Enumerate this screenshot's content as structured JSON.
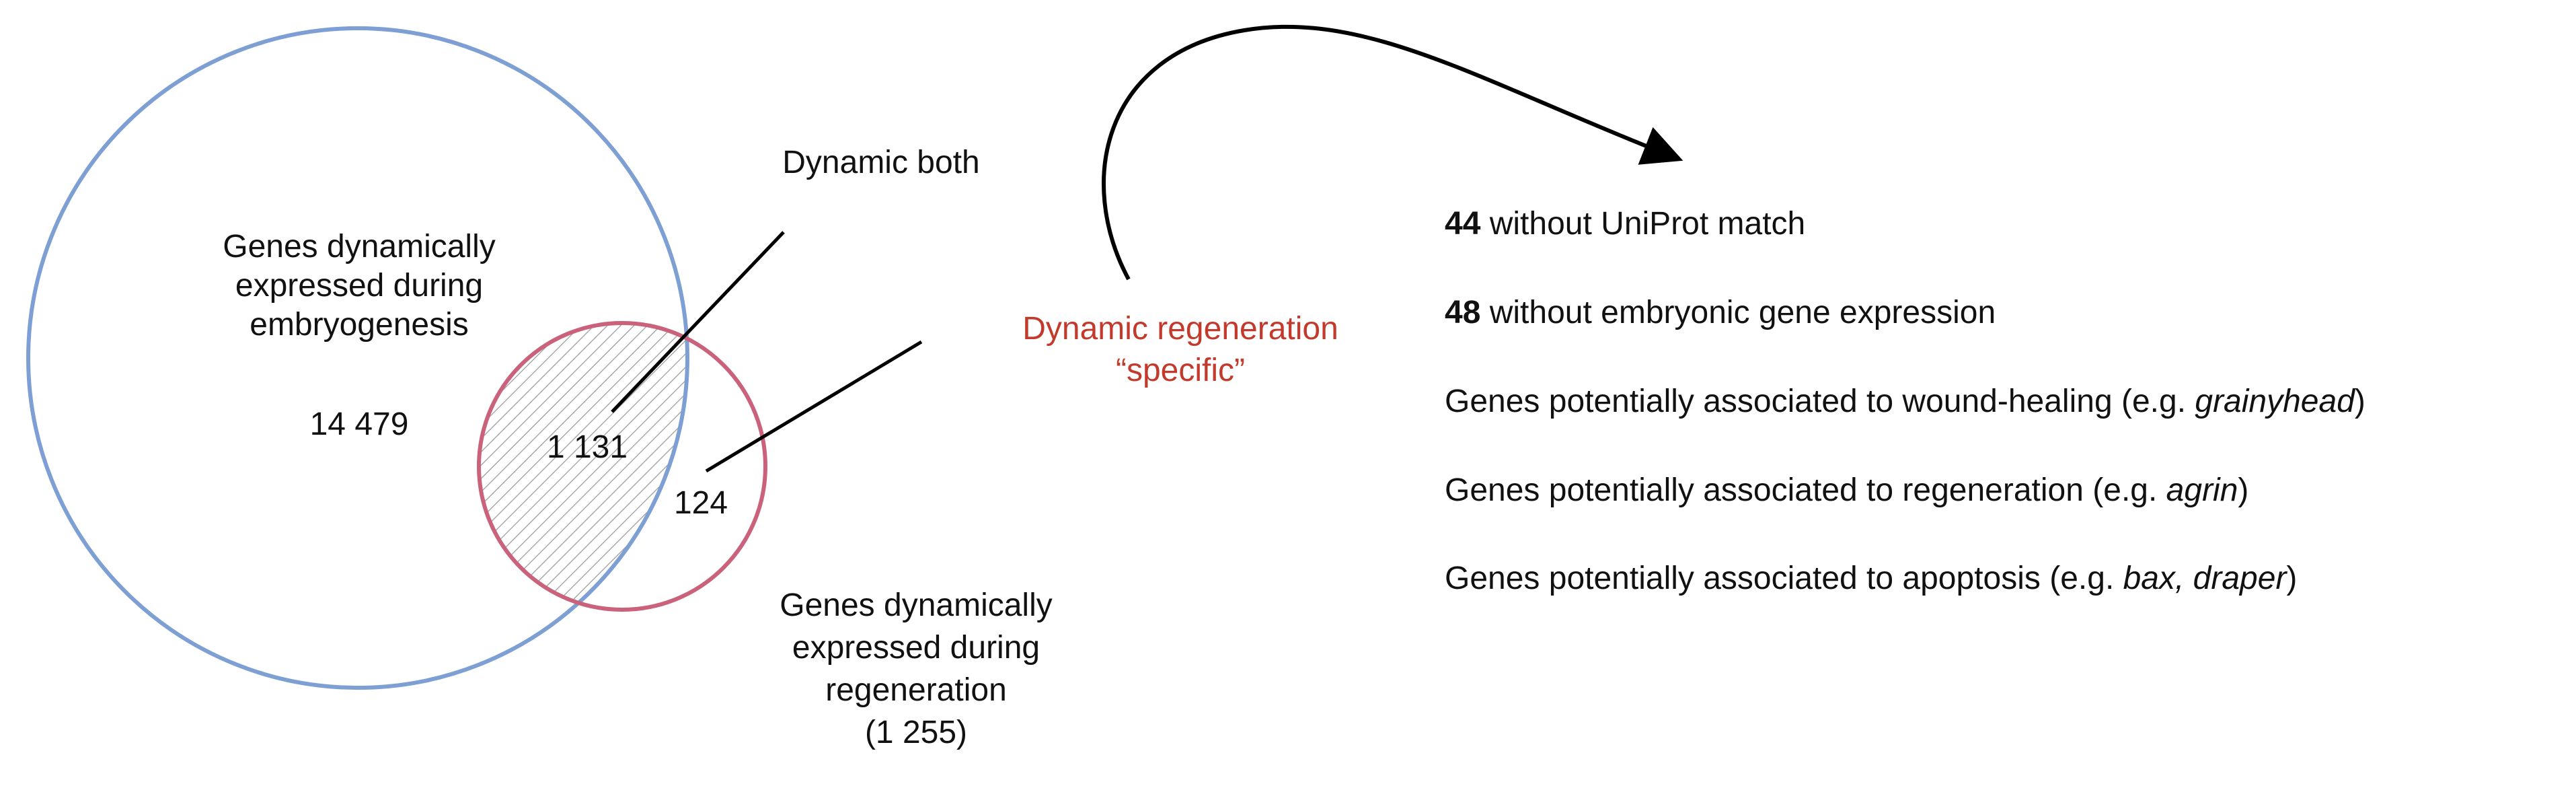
{
  "venn": {
    "embryo_label_lines": [
      "Genes dynamically",
      "expressed during",
      "embryogenesis"
    ],
    "embryo_count": "14 479",
    "overlap_count": "1 131",
    "regen_only_count": "124",
    "regen_label_lines": [
      "Genes dynamically",
      "expressed during",
      "regeneration",
      "(1 255)"
    ],
    "embryo_circle_color": "#7d9fd3",
    "regen_circle_color": "#c9627a",
    "overlap_hatch_color": "#9a9a9a"
  },
  "callouts": {
    "dynamic_both": "Dynamic both",
    "dynamic_regen_line1": "Dynamic regeneration",
    "dynamic_regen_line2": "“specific”",
    "dynamic_regen_color": "#c23a2b"
  },
  "details": {
    "no_uniprot": {
      "count": "44",
      "text": " without UniProt match"
    },
    "no_embryonic": {
      "count": "48",
      "text": " without embryonic gene expression"
    },
    "wound": {
      "prefix": "Genes potentially associated to wound-healing (e.g. ",
      "example": "grainyhead",
      "suffix": ")"
    },
    "regeneration": {
      "prefix": "Genes potentially associated to regeneration (e.g. ",
      "example": "agrin",
      "suffix": ")"
    },
    "apoptosis": {
      "prefix": "Genes potentially associated to apoptosis (e.g. ",
      "example": "bax, draper",
      "suffix": ")"
    }
  }
}
